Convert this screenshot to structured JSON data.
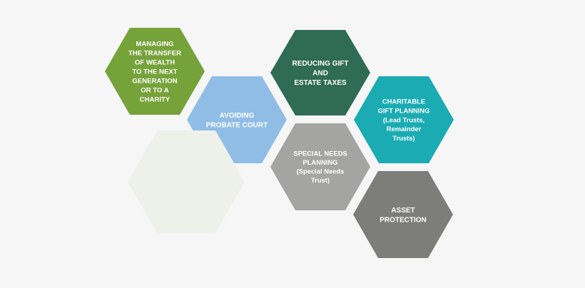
{
  "colors": {
    "background": "#f6f6f6",
    "green": "#76a23a",
    "light_blue": "#8fbde6",
    "pale": "#eef1ea",
    "dark_green": "#2f6b55",
    "teal": "#1aabb3",
    "gray": "#a4a4a2",
    "dark_gray": "#7d7d79",
    "text": "#ffffff"
  },
  "hexagons": [
    {
      "id": "wealth-transfer",
      "fill": "green",
      "lines": [
        "MANAGING",
        "THE TRANSFER",
        "OF WEALTH",
        "TO THE NEXT",
        "GENERATION",
        "OR TO A",
        "CHARITY"
      ]
    },
    {
      "id": "probate",
      "fill": "light_blue",
      "lines": [
        "AVOIDING",
        "PROBATE COURT"
      ]
    },
    {
      "id": "blank",
      "fill": "pale",
      "lines": []
    },
    {
      "id": "gift-taxes",
      "fill": "dark_green",
      "lines": [
        "REDUCING GIFT",
        "AND",
        "ESTATE TAXES"
      ]
    },
    {
      "id": "special-needs",
      "fill": "gray",
      "lines": [
        "SPECIAL NEEDS",
        "PLANNING",
        "(Special Needs",
        "Trust)"
      ]
    },
    {
      "id": "charitable",
      "fill": "teal",
      "lines": [
        "CHARITABLE",
        "GIFT PLANNING",
        "(Lead Trusts,",
        "Remainder",
        "Trusts)"
      ]
    },
    {
      "id": "asset-protection",
      "fill": "dark_gray",
      "lines": [
        "ASSET",
        "PROTECTION"
      ]
    }
  ]
}
